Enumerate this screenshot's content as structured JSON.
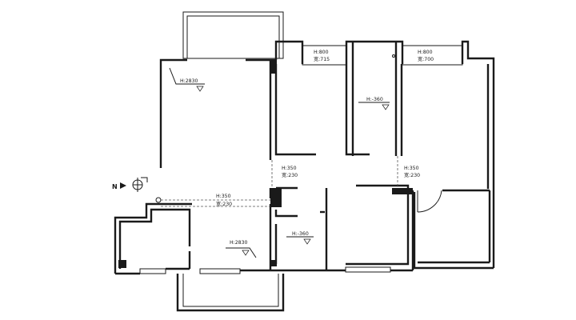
{
  "annotations": {
    "living_ceiling": "H:2830",
    "lower_ceiling": "H:2830",
    "bathroom_floor": "H:-360",
    "kitchen_floor": "H:-360",
    "window_top_1_h": "H:800",
    "window_top_1_w": "宽:715",
    "window_top_2_h": "H:800",
    "window_top_2_w": "宽:700",
    "door_mid_1_h": "H:350",
    "door_mid_1_w": "宽:230",
    "door_mid_2_h": "H:350",
    "door_mid_2_w": "宽:230",
    "door_left_h": "H:350",
    "door_left_w": "宽:230"
  },
  "compass": {
    "label": "N"
  }
}
